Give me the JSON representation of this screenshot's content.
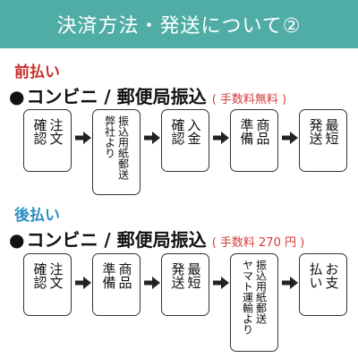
{
  "header": {
    "title": "決済方法・発送について②"
  },
  "sections": [
    {
      "label": "前払い",
      "method": "コンビニ / 郵便局振込",
      "note": "( 手数料無料 )",
      "steps": [
        [
          "注文",
          "確認"
        ],
        [
          "振込用紙郵送",
          "弊社より"
        ],
        [
          "入金",
          "確認"
        ],
        [
          "商品",
          "準備"
        ],
        [
          "最短",
          "発送"
        ]
      ]
    },
    {
      "label": "後払い",
      "method": "コンビニ / 郵便局振込",
      "note": "( 手数料 270 円 )",
      "steps": [
        [
          "注文",
          "確認"
        ],
        [
          "商品",
          "準備"
        ],
        [
          "最短",
          "発送"
        ],
        [
          "振込用紙郵送",
          "ヤマト運輸より"
        ],
        [
          "お支",
          "払い"
        ]
      ]
    }
  ],
  "colors": {
    "banner": "#4fada6",
    "label1": "#c9302c",
    "label2": "#2a8fc4",
    "note": "#d23c3c"
  }
}
